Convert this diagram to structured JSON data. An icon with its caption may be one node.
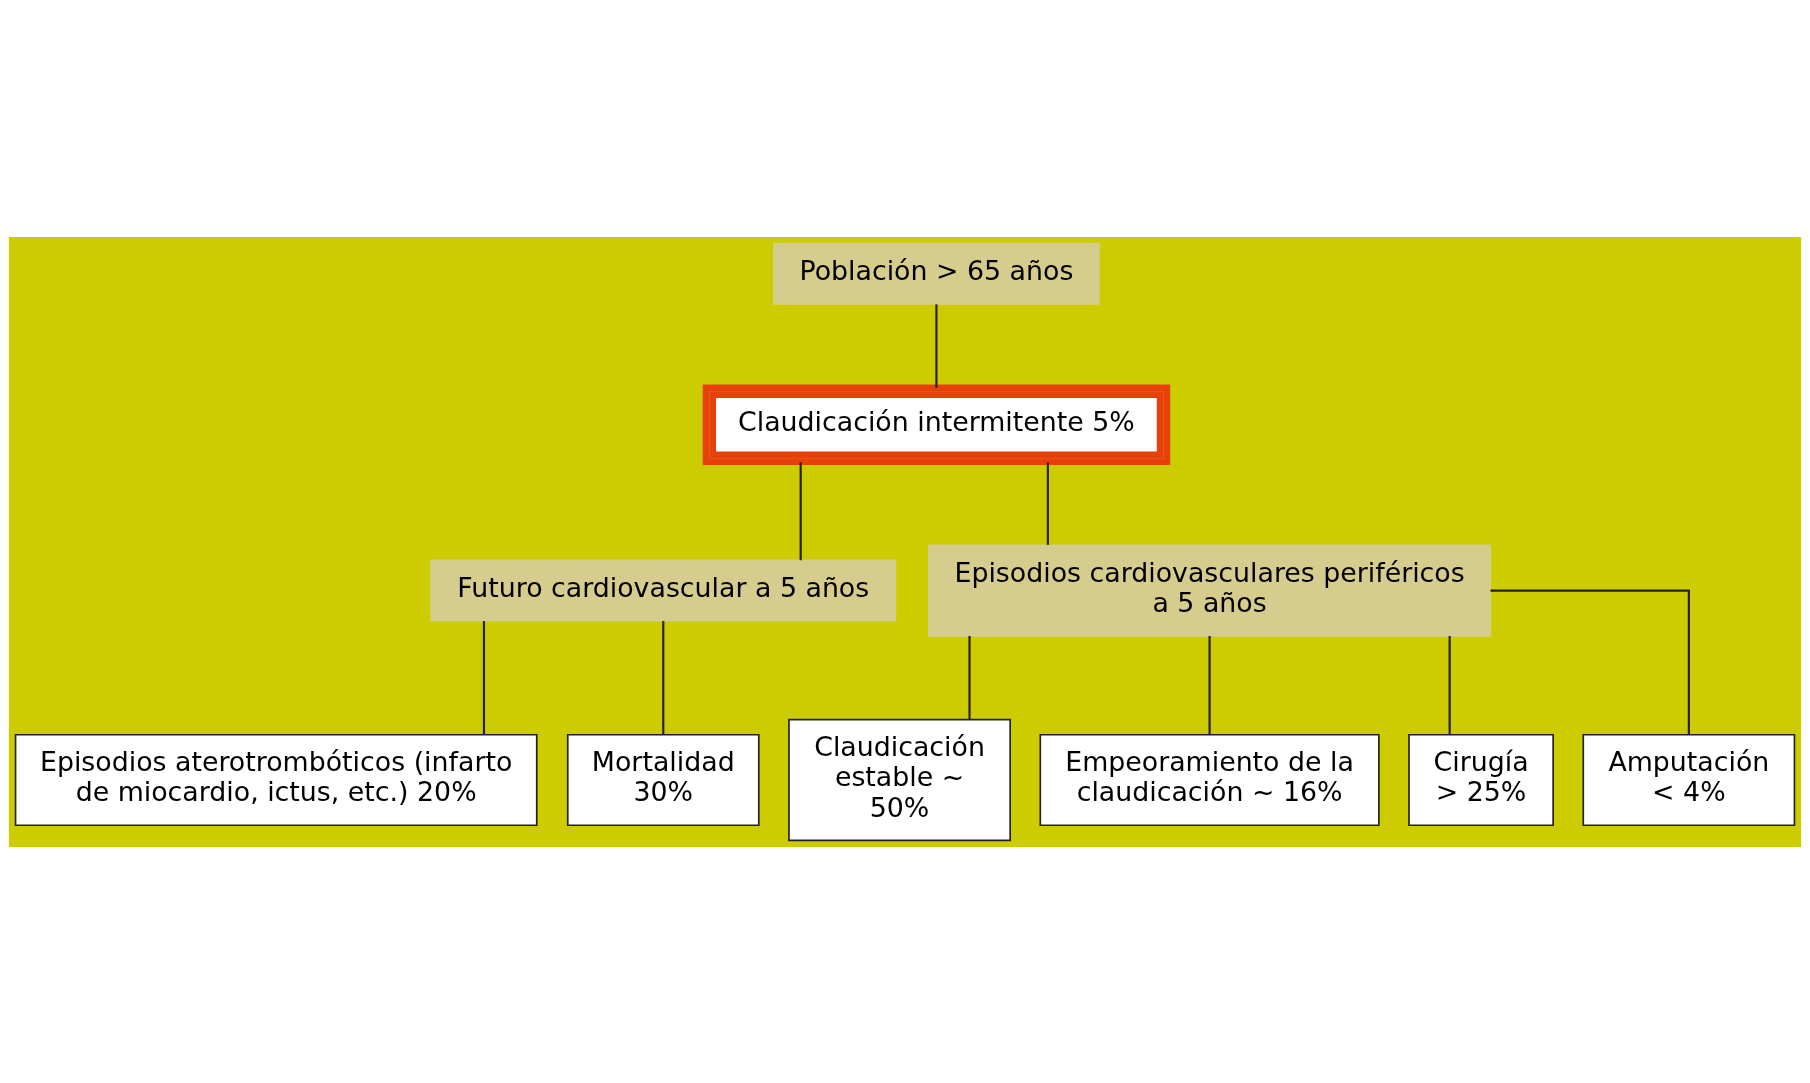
{
  "diagram": {
    "nodes": [
      {
        "text": [
          "Población > 65 años"
        ]
      },
      {
        "text": [
          "Claudicación intermitente 5%"
        ]
      },
      {
        "text": [
          "Futuro cardiovascular a 5 años"
        ]
      },
      {
        "text": [
          "Episodios cardiovasculares periféricos a 5 años"
        ]
      },
      {
        "text": [
          "Episodios aterotrombóticos (infarto de miocardio, ictus, etc.) 20%"
        ]
      },
      {
        "text": [
          "Mortalidad 30%"
        ]
      },
      {
        "text": [
          "Claudicación estable ~ 50%"
        ]
      },
      {
        "text": [
          "Empeoramiento de la claudicación ~ 16%"
        ]
      },
      {
        "text": [
          "Cirugía > 25%"
        ]
      },
      {
        "text": [
          "Amputación < 4%"
        ]
      }
    ],
    "edges": [
      {
        "from": 0,
        "to": 1,
        "arrow": "none"
      },
      {
        "from": 1,
        "to": 2,
        "arrow": "none"
      },
      {
        "from": 1,
        "to": 3,
        "arrow": "none"
      },
      {
        "from": 2,
        "to": 4,
        "arrow": "none"
      },
      {
        "from": 2,
        "to": 5,
        "arrow": "none"
      },
      {
        "from": 3,
        "to": 6,
        "arrow": "none"
      },
      {
        "from": 3,
        "to": 7,
        "arrow": "none"
      },
      {
        "from": 3,
        "to": 8,
        "arrow": "none"
      },
      {
        "from": 3,
        "to": 9,
        "arrow": "none"
      }
    ]
  }
}
